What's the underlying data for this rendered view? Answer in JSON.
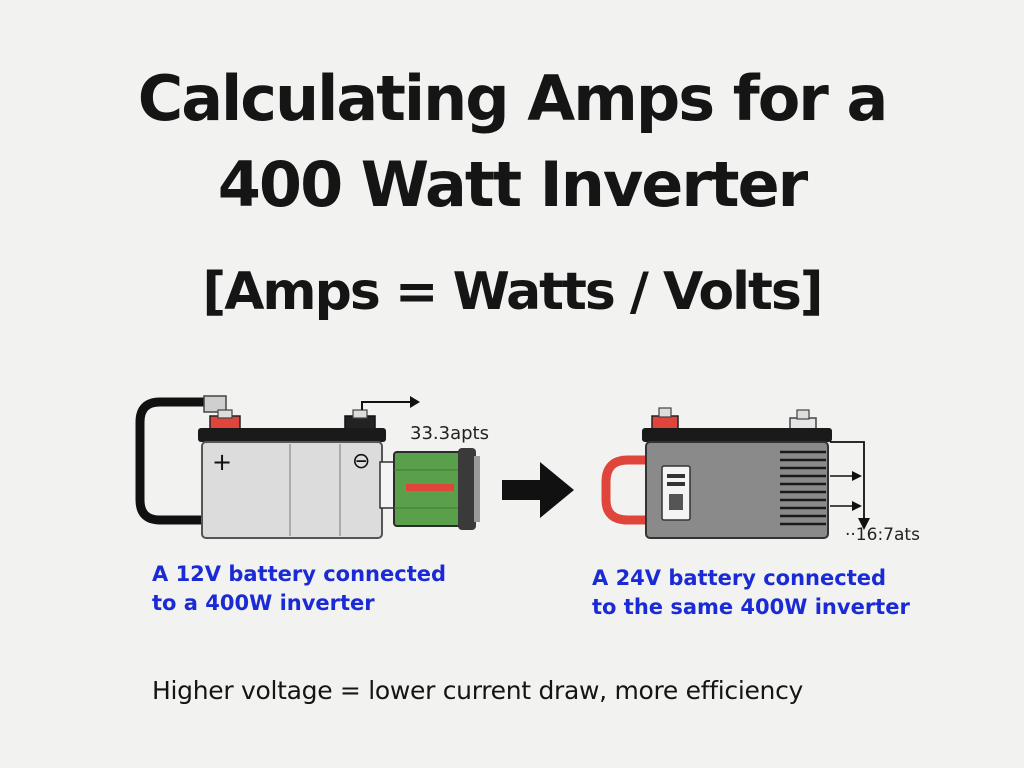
{
  "title": {
    "line1": "Calculating Amps for a",
    "line2": "400 Watt Inverter"
  },
  "formula": "[Amps = Watts / Volts]",
  "left_setup": {
    "plus_symbol": "+",
    "minus_symbol": "⊖",
    "current_label": "33.3apts",
    "caption_line1": "A 12V battery connected",
    "caption_line2": "to a 400W inverter"
  },
  "right_setup": {
    "current_label": "··16:7ats",
    "caption_line1": "A 24V battery connected",
    "caption_line2": "to the same 400W inverter"
  },
  "summary": "Higher voltage = lower current draw, more efficiency",
  "colors": {
    "caption": "#1a2bd6",
    "red_terminal": "#e0453c",
    "inverter_green": "#5aa04a",
    "battery_body": "#d9d9d9",
    "battery_dark_body": "#8a8a8a"
  }
}
